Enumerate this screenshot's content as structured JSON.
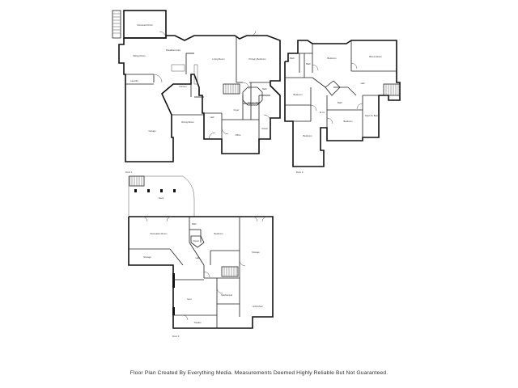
{
  "floors": [
    {
      "label": "Floor 1",
      "rooms": {
        "screened_porch": "Screened Porch",
        "sitting_room": "Sitting Room",
        "breakfast_nook": "Breakfast Area",
        "living_room": "Living Room",
        "primary_bedroom": "Primary Bedroom",
        "kitchen": "Kitchen",
        "dining_room": "Dining Room",
        "laundry": "Laundry",
        "garage": "Garage",
        "hall": "Hall",
        "bath": "Bath",
        "closet": "Closet",
        "office": "Office",
        "primary_bath": "Primary Bath",
        "foyer": "Foyer"
      }
    },
    {
      "label": "Floor 2",
      "rooms": {
        "bedroom_a": "Bedroom",
        "bonus_room": "Bonus Room",
        "bedroom_b": "Bedroom",
        "bedroom_c": "Bedroom",
        "bedroom_d": "Bedroom",
        "open_to_below": "Open To Below",
        "hall": "Hall",
        "bath_a": "Bath",
        "bath_b": "Bath",
        "bath_c": "Bath",
        "closet": "W.I.C"
      }
    },
    {
      "label": "Floor 0",
      "rooms": {
        "deck": "Deck",
        "recreation_room": "Recreation Room",
        "bedroom": "Bedroom",
        "storage_a": "Storage",
        "storage_b": "Storage",
        "unfinished": "Unfinished",
        "mechanical": "Mechanical",
        "gym": "Gym",
        "bath": "Bath",
        "hall": "Hall",
        "closet": "Closet",
        "theater": "Theater"
      }
    }
  ],
  "disclaimer": "Floor Plan Created By Everything Media. Measurements Deemed Highly Reliable But Not Guaranteed."
}
